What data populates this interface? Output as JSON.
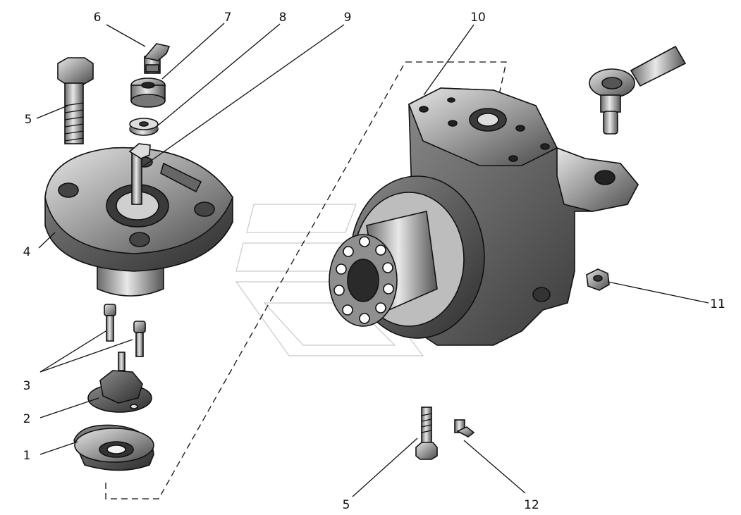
{
  "callouts": [
    {
      "id": "c1",
      "label": "1"
    },
    {
      "id": "c2",
      "label": "2"
    },
    {
      "id": "c3",
      "label": "3"
    },
    {
      "id": "c4",
      "label": "4"
    },
    {
      "id": "c5a",
      "label": "5"
    },
    {
      "id": "c5b",
      "label": "5"
    },
    {
      "id": "c6",
      "label": "6"
    },
    {
      "id": "c7",
      "label": "7"
    },
    {
      "id": "c8",
      "label": "8"
    },
    {
      "id": "c9",
      "label": "9"
    },
    {
      "id": "c10",
      "label": "10"
    },
    {
      "id": "c11",
      "label": "11"
    },
    {
      "id": "c12",
      "label": "12"
    }
  ],
  "colors": {
    "line": "#111111",
    "metal_light": "#d8d8d8",
    "metal_mid": "#a9a9a9",
    "metal_dark": "#5a5a5a",
    "watermark": "#c9c9c9"
  }
}
